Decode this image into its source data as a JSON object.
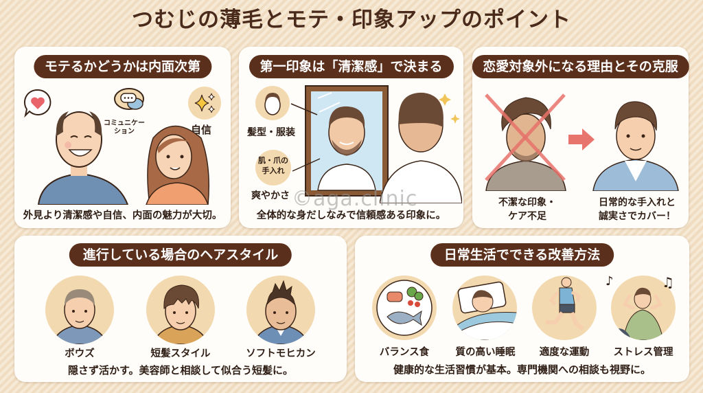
{
  "title": "つむじの薄毛とモテ・印象アップのポイント",
  "watermark": "©aga.clinic",
  "panels": {
    "inner": {
      "heading": "モテるかどうかは内面次第",
      "labels": {
        "communication": "コミュニケー\nション",
        "confidence": "自信"
      },
      "icons": [
        "heart-bubble-icon",
        "chat-bubble-icon",
        "sparkle-icon"
      ],
      "caption": "外見より清潔感や自信、内面の魅力が大切。"
    },
    "first_impression": {
      "heading": "第一印象は「清潔感」で決まる",
      "labels": {
        "hair_clothes": "髪型・服装",
        "skin_nails": "肌・爪の\n手入れ",
        "freshness": "爽やかさ"
      },
      "caption": "全体的な身だしなみで信頼感ある印象に。"
    },
    "overcome": {
      "heading": "恋愛対象外になる理由とその克服",
      "before_label": "不潔な印象・\nケア不足",
      "after_label": "日常的な手入れと\n誠実さでカバー！",
      "colors": {
        "cross": "#e8726b",
        "arrow": "#e8756d"
      }
    },
    "hairstyles": {
      "heading": "進行している場合のヘアスタイル",
      "items": [
        {
          "label": "ボウズ",
          "shirt": "#7d98b8"
        },
        {
          "label": "短髪スタイル",
          "shirt": "#d9a45a"
        },
        {
          "label": "ソフトモヒカン",
          "shirt": "#6e8fb5"
        }
      ],
      "caption": "隠さず活かす。美容師と相談して似合う短髪に。"
    },
    "lifestyle": {
      "heading": "日常生活でできる改善方法",
      "items": [
        {
          "label": "バランス食",
          "icon": "food-plate-icon"
        },
        {
          "label": "質の高い睡眠",
          "icon": "sleep-icon"
        },
        {
          "label": "適度な運動",
          "icon": "running-icon"
        },
        {
          "label": "ストレス管理",
          "icon": "relax-music-icon"
        }
      ],
      "caption": "健康的な生活習慣が基本。専門機関への相談も視野に。"
    }
  },
  "colors": {
    "heading_bg": "#5a2f1c",
    "title_text": "#4a2a1a",
    "circle_bg": "#f3d9b0",
    "page_bg": "#f4e4cc"
  }
}
